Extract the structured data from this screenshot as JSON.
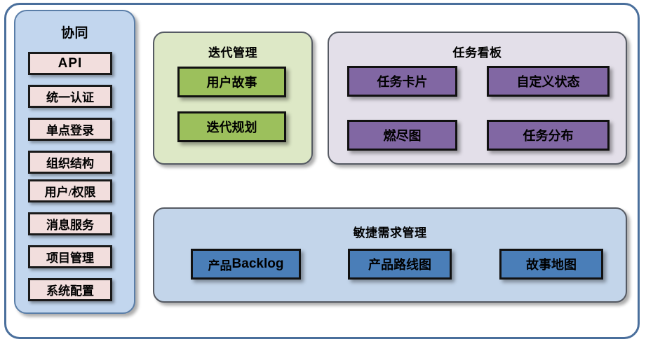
{
  "diagram": {
    "title_visible": false,
    "colors": {
      "frame_border": "#4a6f9c",
      "sidebar_bg": "#c2d6ee",
      "sidebar_item_bg": "#f2dedd",
      "iteration_panel_bg": "#dde8c6",
      "iteration_box_bg": "#9cc05c",
      "taskboard_panel_bg": "#e3dfe9",
      "taskboard_box_bg": "#8167a3",
      "agile_panel_bg": "#c3d5ea",
      "agile_box_bg": "#4a7eb8",
      "box_border": "#111111"
    }
  },
  "sidebar": {
    "title": "协同",
    "items": [
      {
        "label": "API"
      },
      {
        "label": "统一认证"
      },
      {
        "label": "单点登录"
      },
      {
        "label": "组织结构"
      },
      {
        "label": "用户/权限"
      },
      {
        "label": "消息服务"
      },
      {
        "label": "项目管理"
      },
      {
        "label": "系统配置"
      }
    ]
  },
  "iteration": {
    "title": "迭代管理",
    "items": [
      {
        "label": "用户故事"
      },
      {
        "label": "迭代规划"
      }
    ]
  },
  "taskboard": {
    "title": "任务看板",
    "items": [
      {
        "label": "任务卡片"
      },
      {
        "label": "自定义状态"
      },
      {
        "label": "燃尽图"
      },
      {
        "label": "任务分布"
      }
    ]
  },
  "agile": {
    "title": "敏捷需求管理",
    "items": [
      {
        "label": "产品Backlog",
        "prefix": "产品",
        "latin": "Backlog"
      },
      {
        "label": "产品路线图"
      },
      {
        "label": "故事地图"
      }
    ]
  }
}
